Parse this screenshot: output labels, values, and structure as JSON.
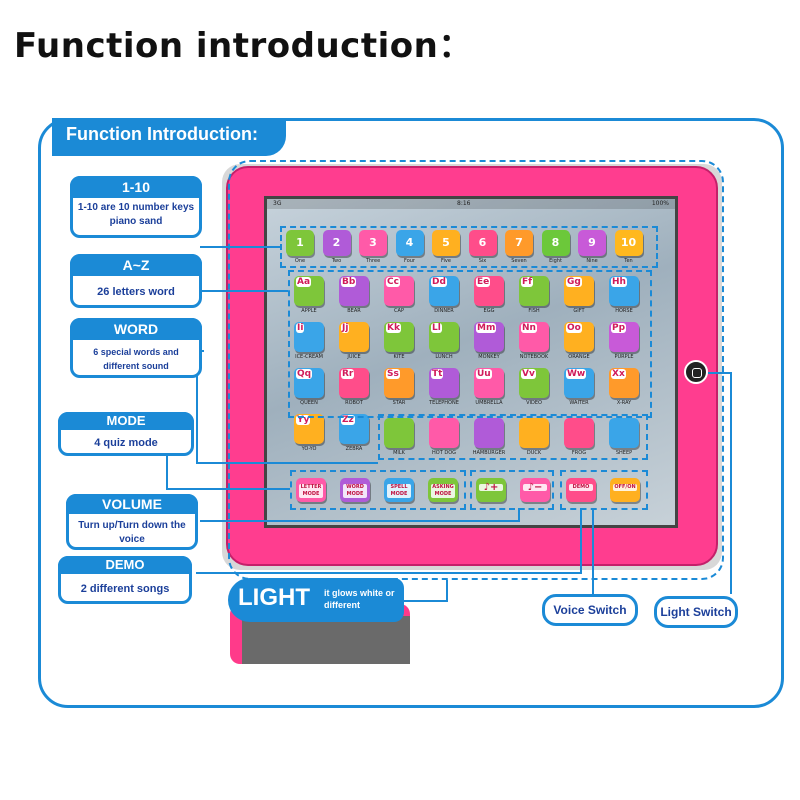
{
  "heading": "Function introduction：",
  "panel_title": "Function Introduction:",
  "callouts": {
    "numbers": {
      "title": "1-10",
      "text": "1-10 are 10 number keys piano sand"
    },
    "letters": {
      "title": "A~Z",
      "text": "26 letters word"
    },
    "word": {
      "title": "WORD",
      "text": "6 special words and different sound"
    },
    "mode": {
      "title": "MODE",
      "text": "4 quiz mode"
    },
    "volume": {
      "title": "VOLUME",
      "text": "Turn up/Turn down the voice"
    },
    "demo": {
      "title": "DEMO",
      "text": "2 different songs"
    }
  },
  "light": {
    "title": "LIGHT",
    "text": "it glows white or different"
  },
  "voice_switch": "Voice Switch",
  "light_switch": "Light Switch",
  "status_bar": {
    "signal": "3G",
    "time": "8:16",
    "battery": "100%"
  },
  "number_keys": [
    {
      "num": "1",
      "word": "One",
      "color": "#7ec63a"
    },
    {
      "num": "2",
      "word": "Two",
      "color": "#b05bd8"
    },
    {
      "num": "3",
      "word": "Three",
      "color": "#ff5aa8"
    },
    {
      "num": "4",
      "word": "Four",
      "color": "#3aa5e8"
    },
    {
      "num": "5",
      "word": "Five",
      "color": "#ffb020"
    },
    {
      "num": "6",
      "word": "Six",
      "color": "#ff4d8a"
    },
    {
      "num": "7",
      "word": "Seven",
      "color": "#ff9a2a"
    },
    {
      "num": "8",
      "word": "Eight",
      "color": "#6cc83a"
    },
    {
      "num": "9",
      "word": "Nine",
      "color": "#c85ad8"
    },
    {
      "num": "10",
      "word": "Ten",
      "color": "#ffb81e"
    }
  ],
  "letter_keys": [
    {
      "ltr": "Aa",
      "word": "APPLE",
      "color": "#7ec63a"
    },
    {
      "ltr": "Bb",
      "word": "BEAR",
      "color": "#b05bd8"
    },
    {
      "ltr": "Cc",
      "word": "CAP",
      "color": "#ff5aa8"
    },
    {
      "ltr": "Dd",
      "word": "DINNER",
      "color": "#3aa5e8"
    },
    {
      "ltr": "Ee",
      "word": "EGG",
      "color": "#ff4d8a"
    },
    {
      "ltr": "Ff",
      "word": "FISH",
      "color": "#7ec63a"
    },
    {
      "ltr": "Gg",
      "word": "GIFT",
      "color": "#ffb020"
    },
    {
      "ltr": "Hh",
      "word": "HORSE",
      "color": "#3aa5e8"
    },
    {
      "ltr": "Ii",
      "word": "ICE-CREAM",
      "color": "#3aa5e8"
    },
    {
      "ltr": "Jj",
      "word": "JUICE",
      "color": "#ffb020"
    },
    {
      "ltr": "Kk",
      "word": "KITE",
      "color": "#7ec63a"
    },
    {
      "ltr": "Ll",
      "word": "LUNCH",
      "color": "#7ec63a"
    },
    {
      "ltr": "Mm",
      "word": "MONKEY",
      "color": "#b05bd8"
    },
    {
      "ltr": "Nn",
      "word": "NOTEBOOK",
      "color": "#ff5aa8"
    },
    {
      "ltr": "Oo",
      "word": "ORANGE",
      "color": "#ffb020"
    },
    {
      "ltr": "Pp",
      "word": "PURPLE",
      "color": "#c85ad8"
    },
    {
      "ltr": "Qq",
      "word": "QUEEN",
      "color": "#3aa5e8"
    },
    {
      "ltr": "Rr",
      "word": "ROBOT",
      "color": "#ff4d8a"
    },
    {
      "ltr": "Ss",
      "word": "STAR",
      "color": "#ff9a2a"
    },
    {
      "ltr": "Tt",
      "word": "TELEPHONE",
      "color": "#b05bd8"
    },
    {
      "ltr": "Uu",
      "word": "UMBRELLA",
      "color": "#ff5aa8"
    },
    {
      "ltr": "Vv",
      "word": "VIDEO",
      "color": "#7ec63a"
    },
    {
      "ltr": "Ww",
      "word": "WAITER",
      "color": "#3aa5e8"
    },
    {
      "ltr": "Xx",
      "word": "X-RAY",
      "color": "#ff9a2a"
    },
    {
      "ltr": "Yy",
      "word": "YO-YO",
      "color": "#ffb020"
    },
    {
      "ltr": "Zz",
      "word": "ZEBRA",
      "color": "#3aa5e8"
    }
  ],
  "word_keys": [
    {
      "word": "MILK",
      "color": "#7ec63a"
    },
    {
      "word": "HOT DOG",
      "color": "#ff5aa8"
    },
    {
      "word": "HAMBURGER",
      "color": "#b05bd8"
    },
    {
      "word": "DUCK",
      "color": "#ffb020"
    },
    {
      "word": "FROG",
      "color": "#ff4d8a"
    },
    {
      "word": "SHEEP",
      "color": "#3aa5e8"
    }
  ],
  "function_keys": [
    {
      "label": "LETTER MODE",
      "color": "#ff5aa8"
    },
    {
      "label": "WORD MODE",
      "color": "#b05bd8"
    },
    {
      "label": "SPELL MODE",
      "color": "#3aa5e8"
    },
    {
      "label": "ASKING MODE",
      "color": "#7ec63a"
    },
    {
      "label": "",
      "icon": "volume-up-icon",
      "color": "#7ec63a"
    },
    {
      "label": "",
      "icon": "volume-down-icon",
      "color": "#ff5aa8"
    },
    {
      "label": "DEMO",
      "color": "#ff4d8a"
    },
    {
      "label": "OFF/ON",
      "color": "#ffb020"
    }
  ]
}
